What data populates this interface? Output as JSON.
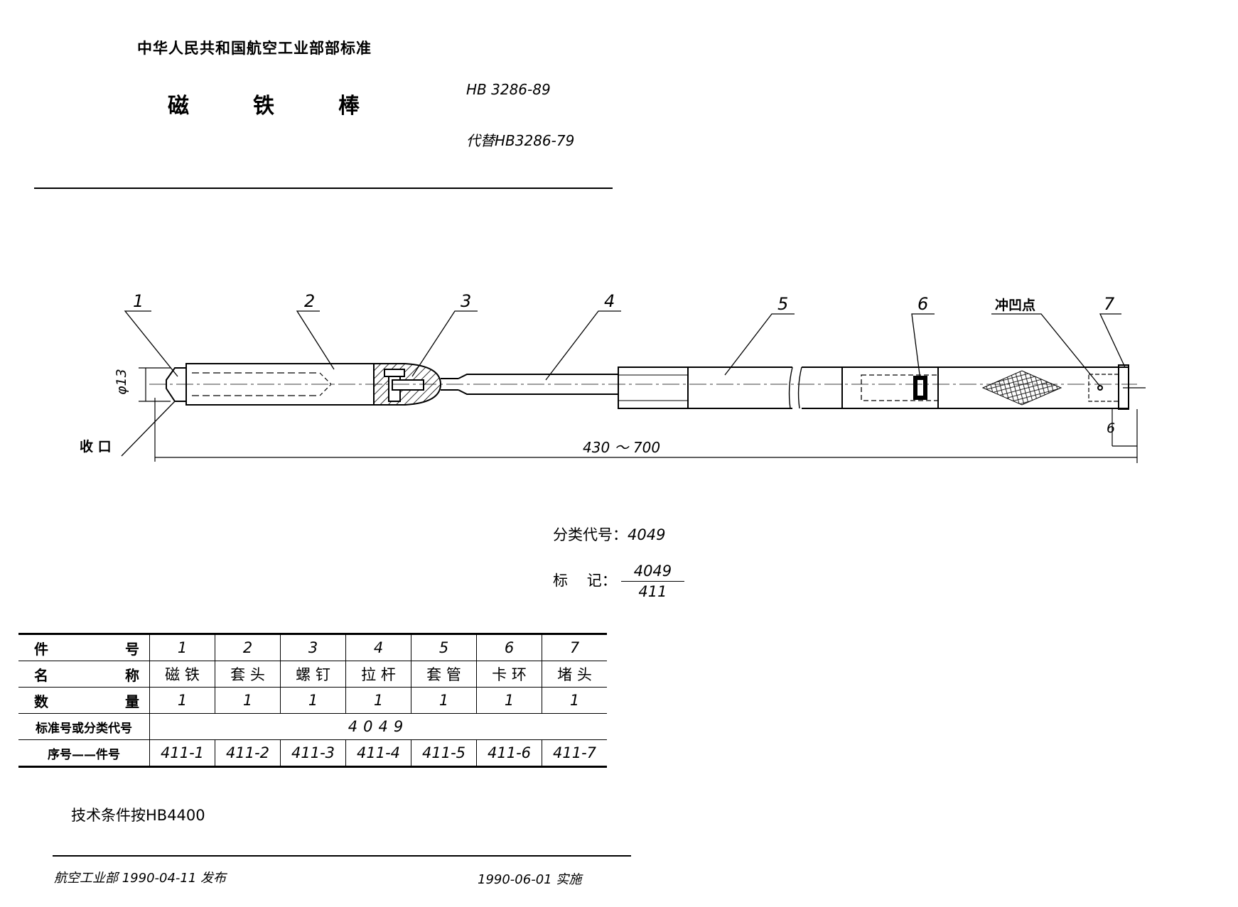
{
  "header": {
    "organization": "中华人民共和国航空工业部部标准",
    "title_chars": [
      "磁",
      "铁",
      "棒"
    ],
    "standard_no": "HB 3286-89",
    "replaces": "代替HB3286-79"
  },
  "drawing": {
    "balloons": [
      "1",
      "2",
      "3",
      "4",
      "5",
      "6",
      "7"
    ],
    "punch_label": "冲凹点",
    "diameter_label": "φ13",
    "collar_label": "收 口",
    "length_dim": "430 ～ 700",
    "end_dim": "6"
  },
  "classification": {
    "label": "分类代号：",
    "value": "4049"
  },
  "marking": {
    "label": "标    记：",
    "numerator": "4049",
    "denominator": "411"
  },
  "parts_table": {
    "row_headers": [
      "件 号",
      "名 称",
      "数 量",
      "标准号或分类代号",
      "序号——件号"
    ],
    "part_numbers": [
      "1",
      "2",
      "3",
      "4",
      "5",
      "6",
      "7"
    ],
    "names": [
      "磁 铁",
      "套 头",
      "螺 钉",
      "拉 杆",
      "套 管",
      "卡 环",
      "堵 头"
    ],
    "quantities": [
      "1",
      "1",
      "1",
      "1",
      "1",
      "1",
      "1"
    ],
    "standard_code": "4049",
    "serials": [
      "411-1",
      "411-2",
      "411-3",
      "411-4",
      "411-5",
      "411-6",
      "411-7"
    ]
  },
  "technical_condition": "技术条件按HB4400",
  "footer": {
    "issued": "航空工业部 1990-04-11 发布",
    "implemented": "1990-06-01 实施"
  }
}
